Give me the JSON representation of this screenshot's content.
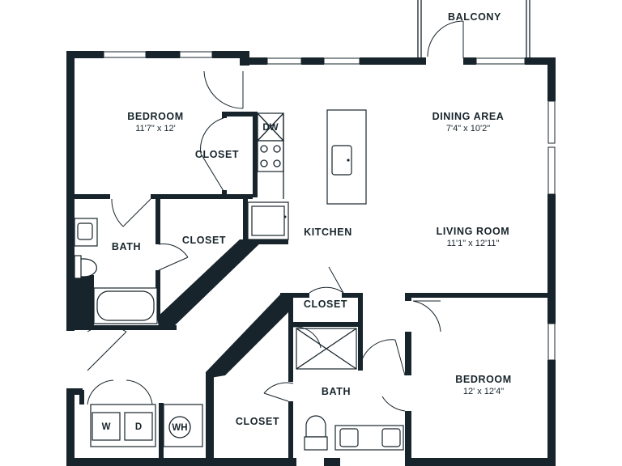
{
  "rooms": {
    "balcony": {
      "label": "BALCONY"
    },
    "bedroom_1": {
      "label": "BEDROOM",
      "dims": "11'7\" x 12'"
    },
    "closet_1": {
      "label": "CLOSET"
    },
    "dining": {
      "label": "DINING AREA",
      "dims": "7'4\" x 10'2\""
    },
    "bath_1": {
      "label": "BATH"
    },
    "closet_2": {
      "label": "CLOSET"
    },
    "kitchen": {
      "label": "KITCHEN"
    },
    "living": {
      "label": "LIVING ROOM",
      "dims": "11'1\" x 12'11\""
    },
    "closet_3": {
      "label": "CLOSET"
    },
    "bedroom_2": {
      "label": "BEDROOM",
      "dims": "12' x 12'4\""
    },
    "bath_2": {
      "label": "BATH"
    },
    "closet_4": {
      "label": "CLOSET"
    }
  },
  "appliances": {
    "dishwasher": "DW",
    "washer": "W",
    "dryer": "D",
    "water_heater": "WH"
  }
}
